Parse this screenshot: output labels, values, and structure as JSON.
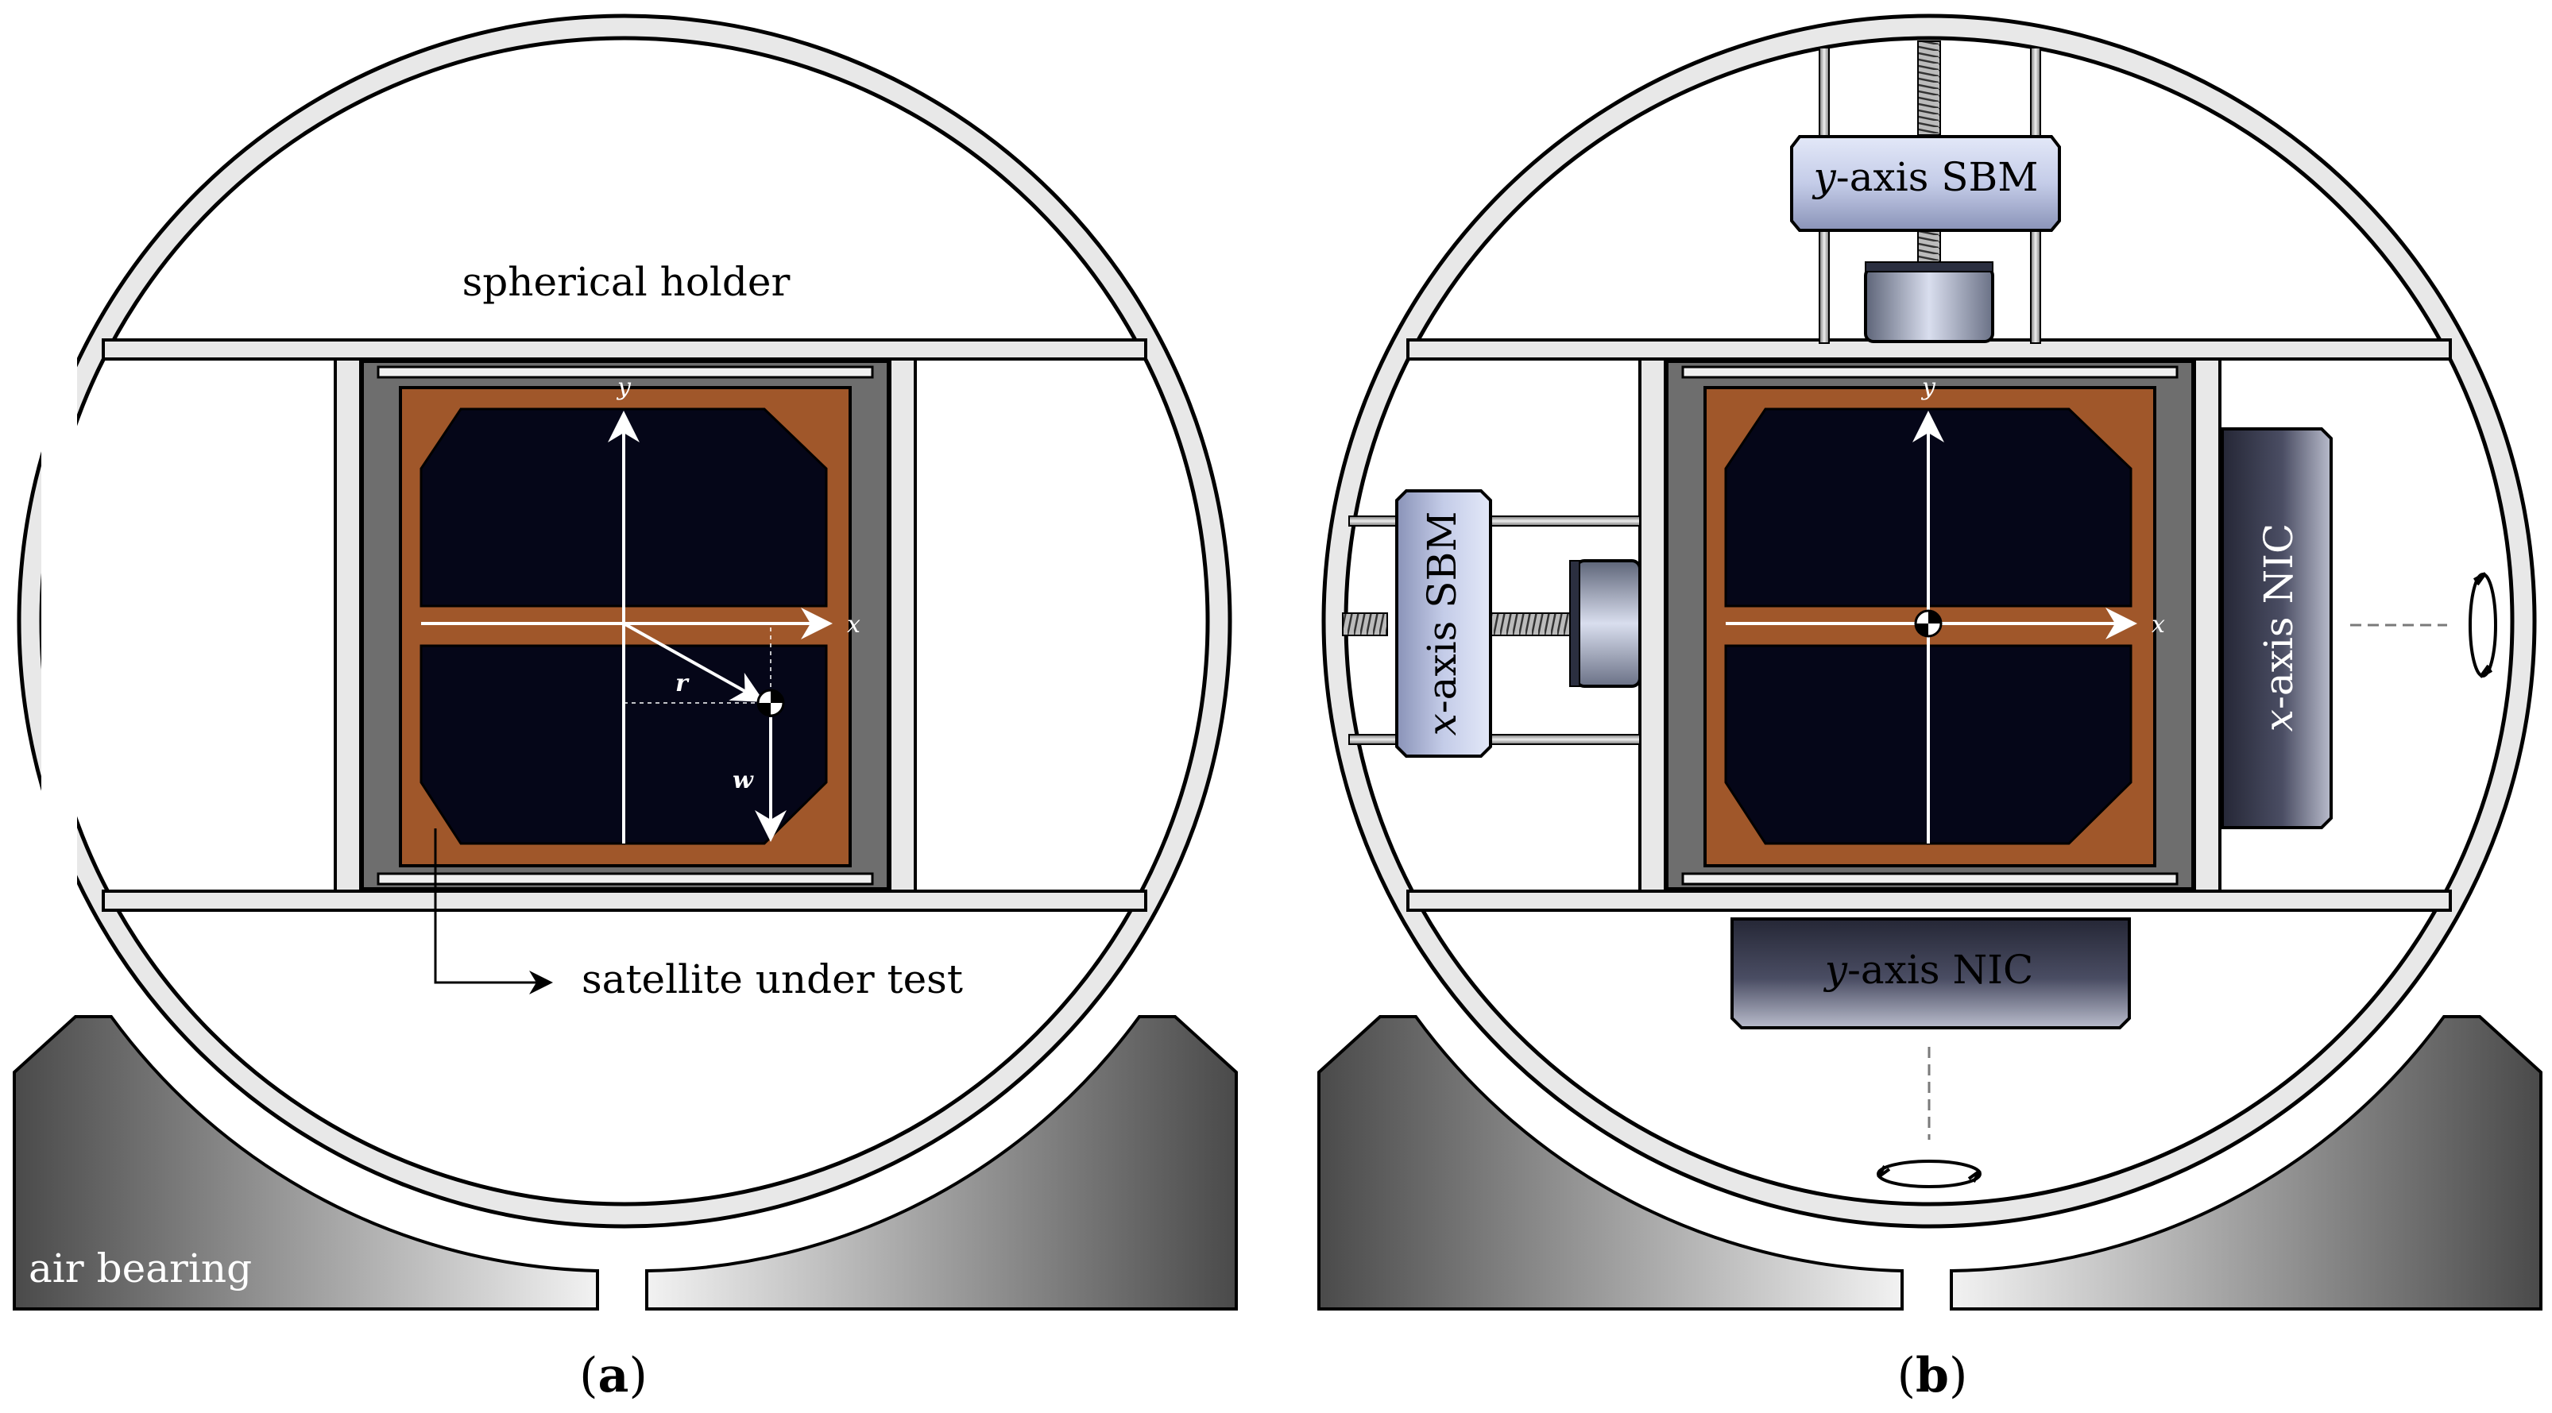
{
  "panel_a": {
    "holder_label": "spherical holder",
    "satellite_label": "satellite under test",
    "bearing_label": "air bearing",
    "x_axis": "x",
    "y_axis": "y",
    "r_vector": "r",
    "w_vector": "w",
    "caption_open": "(",
    "caption_letter": "a",
    "caption_close": ")"
  },
  "panel_b": {
    "y_sbm_italic": "y",
    "y_sbm_rest": "-axis SBM",
    "x_sbm_italic": "x",
    "x_sbm_rest": "-axis SBM",
    "x_nic_italic": "x",
    "x_nic_rest": "-axis NIC",
    "y_nic_italic": "y",
    "y_nic_rest": "-axis NIC",
    "x_axis": "x",
    "y_axis": "y",
    "caption_open": "(",
    "caption_letter": "b",
    "caption_close": ")"
  },
  "colors": {
    "satellite_frame": "#a0572a",
    "solar_panel": "#050618",
    "rail": "#6e6e6e",
    "holder_ring": "#e8e8e8",
    "sbm_body": "#c3cbe6",
    "nic_body": "#3c3f52"
  }
}
